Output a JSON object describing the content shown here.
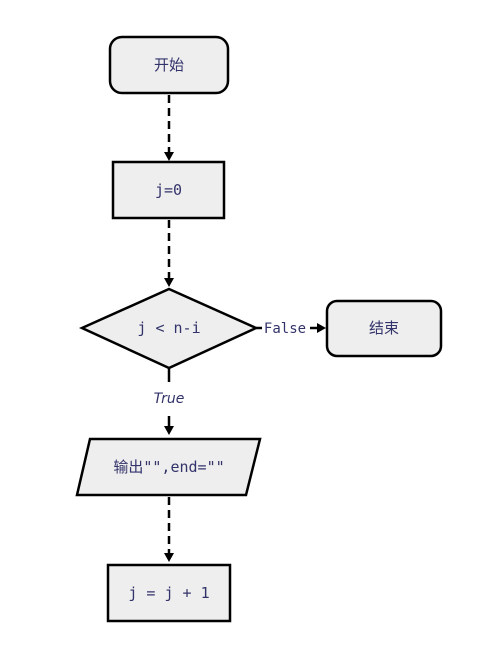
{
  "nodes": {
    "start": "开始",
    "init": "j=0",
    "condition": "j < n-i",
    "end": "结束",
    "output": "输出\"\",end=\"\"",
    "increment": "j = j + 1"
  },
  "edges": {
    "false_label": "False",
    "true_label": "True"
  }
}
